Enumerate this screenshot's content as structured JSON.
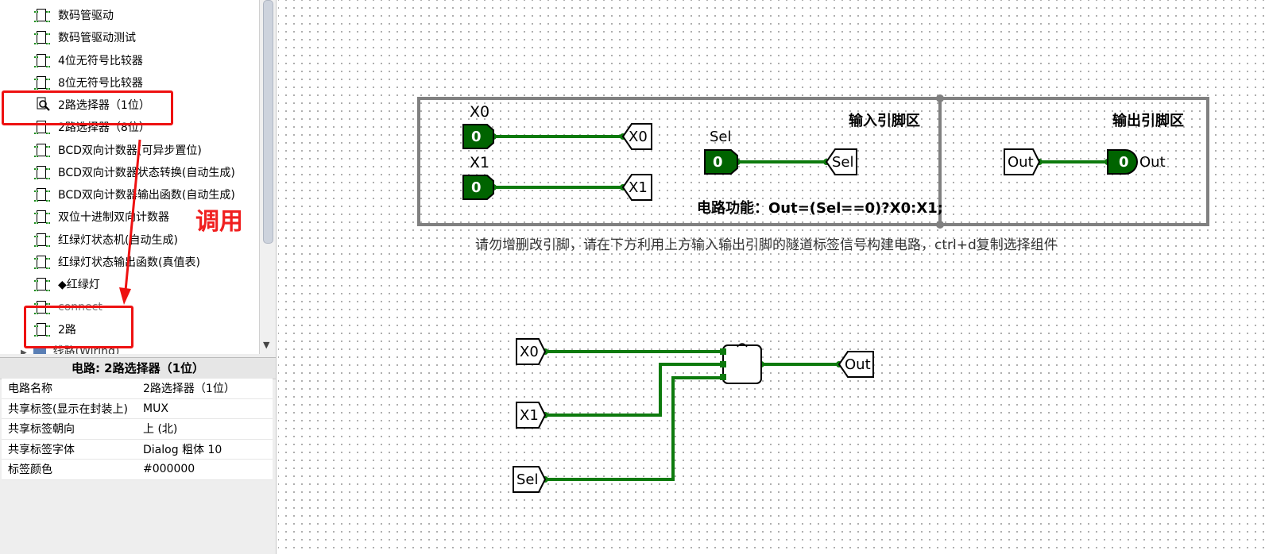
{
  "tree": {
    "items": [
      {
        "label": "数码管驱动"
      },
      {
        "label": "数码管驱动测试"
      },
      {
        "label": "4位无符号比较器"
      },
      {
        "label": "8位无符号比较器"
      },
      {
        "label": "2路选择器（1位）"
      },
      {
        "label": "2路选择器（8位）"
      },
      {
        "label": "BCD双向计数器(可异步置位)"
      },
      {
        "label": "BCD双向计数器状态转换(自动生成)"
      },
      {
        "label": "BCD双向计数器输出函数(自动生成)"
      },
      {
        "label": "双位十进制双向计数器"
      },
      {
        "label": "红绿灯状态机(自动生成)"
      },
      {
        "label": "红绿灯状态输出函数(真值表)"
      },
      {
        "label": "◆红绿灯"
      },
      {
        "label": "connect"
      },
      {
        "label": "2路"
      }
    ],
    "wiring_label": "线路(Wiring)"
  },
  "annotation": {
    "text": "调用",
    "color": "#ee1111"
  },
  "attributes": {
    "title": "电路: 2路选择器（1位）",
    "rows": [
      {
        "key": "电路名称",
        "value": "2路选择器（1位）"
      },
      {
        "key": "共享标签(显示在封装上)",
        "value": "MUX"
      },
      {
        "key": "共享标签朝向",
        "value": "上 (北)"
      },
      {
        "key": "共享标签字体",
        "value": "Dialog 粗体 10"
      },
      {
        "key": "标签颜色",
        "value": "#000000"
      }
    ]
  },
  "canvas": {
    "input_area_label": "输入引脚区",
    "output_area_label": "输出引脚区",
    "function_text": "电路功能：Out=(Sel==0)?X0:X1;",
    "instruction_text": "请勿增删改引脚，请在下方利用上方输入输出引脚的隧道标签信号构建电路，ctrl+d复制选择组件",
    "pins": {
      "x0_label": "X0",
      "x0_value": "0",
      "x1_label": "X1",
      "x1_value": "0",
      "sel_label": "Sel",
      "sel_value": "0",
      "out_label": "Out",
      "out_value": "0"
    },
    "tunnels": {
      "x0": "X0",
      "x1": "X1",
      "sel": "Sel",
      "out": "Out",
      "x0_lower": "X0",
      "x1_lower": "X1",
      "sel_lower": "Sel",
      "out_lower": "Out"
    },
    "colors": {
      "wire": "#0d7a0d",
      "pin_fill": "#006400",
      "frame": "#808080"
    }
  }
}
